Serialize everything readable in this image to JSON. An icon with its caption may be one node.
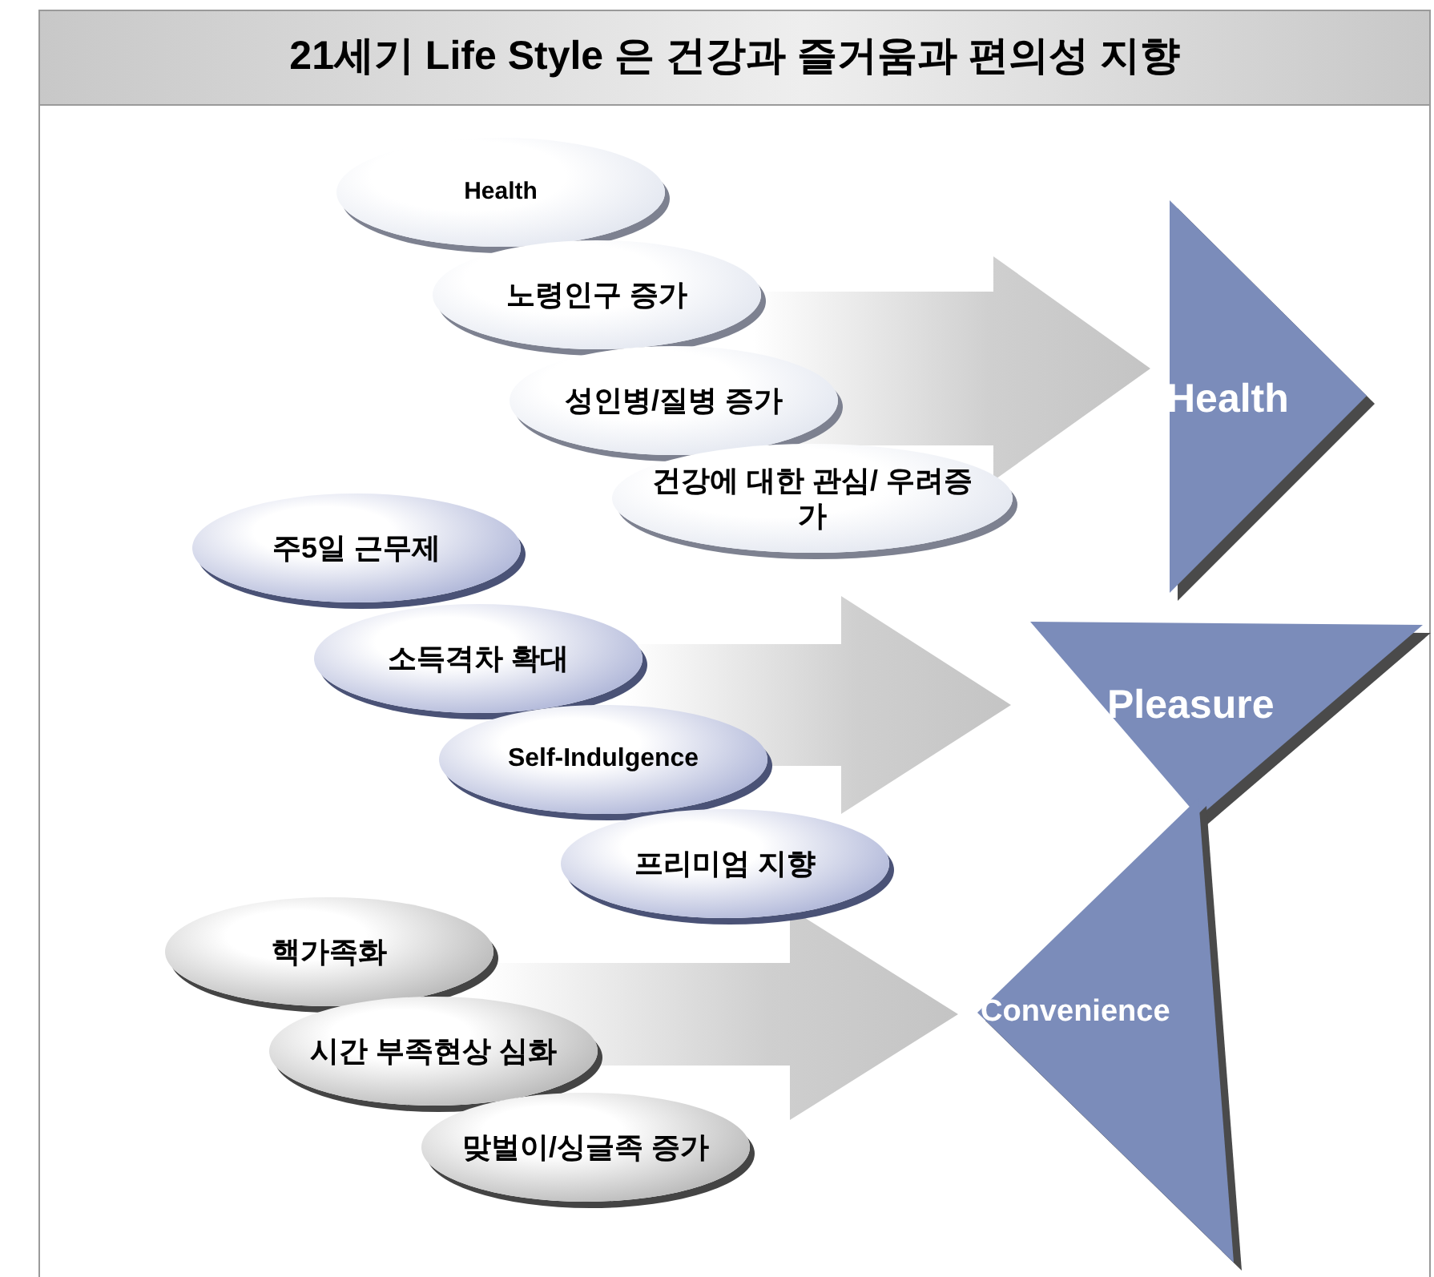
{
  "diagram": {
    "title": "21세기 Life Style 은 건강과 즐거움과 편의성 지향",
    "nodes": [
      {
        "text": [
          "Health"
        ]
      },
      {
        "text": [
          "노령인구 증가"
        ]
      },
      {
        "text": [
          "성인병/질병 증가"
        ]
      },
      {
        "text": [
          "건강에 대한 관심/ 우려증가"
        ]
      },
      {
        "text": [
          "Health"
        ]
      },
      {
        "text": [
          "주5일 근무제"
        ]
      },
      {
        "text": [
          "소득격차 확대"
        ]
      },
      {
        "text": [
          "Self-Indulgence"
        ]
      },
      {
        "text": [
          "프리미엄 지향"
        ]
      },
      {
        "text": [
          "Pleasure"
        ]
      },
      {
        "text": [
          "핵가족화"
        ]
      },
      {
        "text": [
          "시간 부족현상 심화"
        ]
      },
      {
        "text": [
          "맞벌이/싱글족 증가"
        ]
      },
      {
        "text": [
          "Convenience"
        ]
      }
    ],
    "edges": [
      {
        "from": null,
        "to": 4,
        "arrow": "to",
        "style": "thick"
      },
      {
        "from": null,
        "to": 9,
        "arrow": "to",
        "style": "thick"
      },
      {
        "from": null,
        "to": 13,
        "arrow": "to",
        "style": "thick"
      }
    ]
  }
}
